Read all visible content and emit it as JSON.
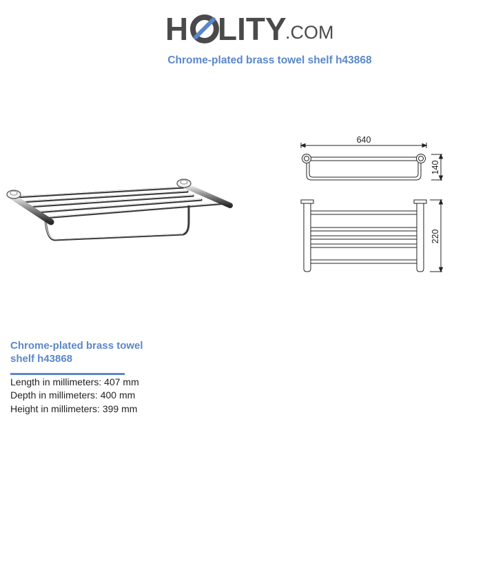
{
  "brand": {
    "name_part1": "H",
    "name_part2": "LITY",
    "domain_suffix": ".COM",
    "colors": {
      "dark": "#4a4a4a",
      "blue": "#5b87c9"
    }
  },
  "page_title": "Chrome-plated brass towel shelf h43868",
  "product_image_alt": "Chrome-plated brass towel shelf",
  "drawing": {
    "width_label": "640",
    "depth_label": "140",
    "height_label": "220"
  },
  "info": {
    "title": "Chrome-plated brass towel shelf h43868",
    "specs": [
      {
        "label": "Length in millimeters:",
        "value": "407 mm"
      },
      {
        "label": "Depth in millimeters:",
        "value": "400 mm"
      },
      {
        "label": "Height in millimeters:",
        "value": "399 mm"
      }
    ]
  },
  "accent_color": "#5b87c9"
}
